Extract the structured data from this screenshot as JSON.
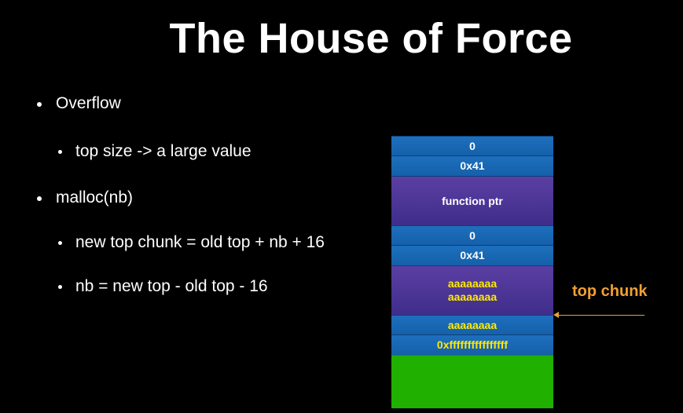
{
  "title": "The House of Force",
  "bullets": {
    "b1": "Overflow",
    "b1_1": "top size -> a large value",
    "b2": "malloc(nb)",
    "b2_1": "new top chunk = old top + nb + 16",
    "b2_2": "nb = new top - old top - 16"
  },
  "stack": {
    "c0": "0",
    "c1": "0x41",
    "c2": "function ptr",
    "c3": "0",
    "c4": "0x41",
    "c5_line1": "aaaaaaaa",
    "c5_line2": "aaaaaaaa",
    "c6": "aaaaaaaa",
    "c7": "0xffffffffffffffff"
  },
  "annotation": {
    "top_chunk": "top chunk"
  },
  "colors": {
    "background": "#000000",
    "cell_blue": "#1765b0",
    "cell_purple": "#4a3596",
    "cell_green": "#20b000",
    "highlight_text": "#ffeb00",
    "annotation": "#f0a033"
  }
}
